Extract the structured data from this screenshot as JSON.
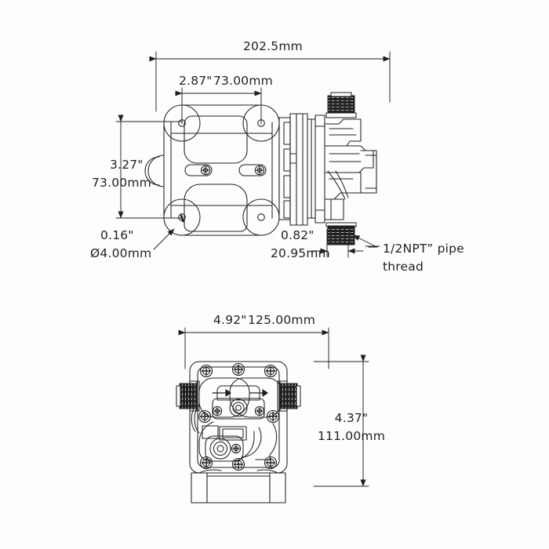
{
  "drawing": {
    "title": "Pump dimensional drawing",
    "background_color": "#fdfdfd",
    "line_color": "#231f20",
    "thread_color": "#1a1a1a",
    "views": [
      {
        "name": "side-view",
        "position": "top"
      },
      {
        "name": "front-view",
        "position": "bottom"
      }
    ]
  },
  "side_view": {
    "overall_length": "202.5mm",
    "mount_hole_spacing_inch": "2.87\"",
    "mount_hole_spacing_mm": "73.00mm",
    "mount_height_inch": "3.27\"",
    "mount_height_mm": "73.00mm",
    "hole_dia_inch": "0.16\"",
    "hole_dia_mm": "Ø4.00mm",
    "port_length_inch": "0.82\"",
    "port_length_mm": "20.95mm",
    "thread_callout_line1": "1/2NPT” pipe",
    "thread_callout_line2": "thread"
  },
  "front_view": {
    "width_inch": "4.92\"",
    "width_mm": "125.00mm",
    "height_inch": "4.37\"",
    "height_mm": "111.00mm"
  },
  "icons": {
    "flow_arrow_left": "flow-arrow-icon",
    "flow_arrow_right": "flow-arrow-icon"
  }
}
